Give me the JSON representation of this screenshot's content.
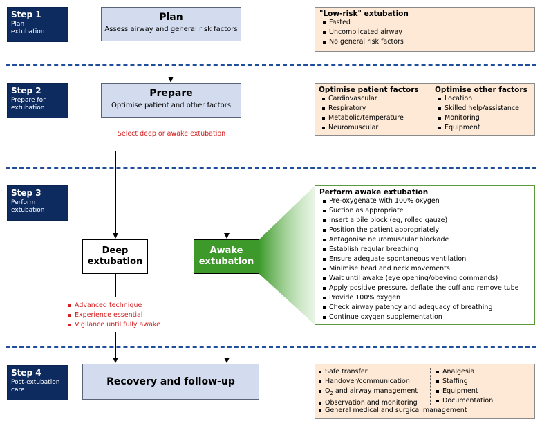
{
  "steps": [
    {
      "num": "Step 1",
      "desc": "Plan\nextubation"
    },
    {
      "num": "Step 2",
      "desc": "Prepare for\nextubation"
    },
    {
      "num": "Step 3",
      "desc": "Perform\nextubation"
    },
    {
      "num": "Step 4",
      "desc": "Post-extubation\ncare"
    }
  ],
  "plan": {
    "title": "Plan",
    "subtitle": "Assess airway and general risk factors"
  },
  "prepare": {
    "title": "Prepare",
    "subtitle": "Optimise patient and other factors"
  },
  "select_label": "Select deep or awake extubation",
  "deep": {
    "line1": "Deep",
    "line2": "extubation"
  },
  "awake": {
    "line1": "Awake",
    "line2": "extubation"
  },
  "deep_notes": [
    "Advanced technique",
    "Experience essential",
    "Vigilance until fully awake"
  ],
  "recovery": {
    "title": "Recovery and follow-up"
  },
  "low_risk": {
    "heading": "\"Low-risk\" extubation",
    "items": [
      "Fasted",
      "Uncomplicated airway",
      "No general risk factors"
    ]
  },
  "optimise_patient": {
    "heading": "Optimise patient factors",
    "items": [
      "Cardiovascular",
      "Respiratory",
      "Metabolic/temperature",
      "Neuromuscular"
    ]
  },
  "optimise_other": {
    "heading": "Optimise other factors",
    "items": [
      "Location",
      "Skilled help/assistance",
      "Monitoring",
      "Equipment"
    ]
  },
  "awake_steps": {
    "heading": "Perform awake extubation",
    "items": [
      "Pre-oxygenate with 100% oxygen",
      "Suction as appropriate",
      "Insert a bile block (eg, rolled gauze)",
      "Position the patient appropriately",
      "Antagonise neuromuscular blockade",
      "Establish regular breathing",
      "Ensure adequate spontaneous ventilation",
      "Minimise head and neck movements",
      "Wait until awake (eye opening/obeying commands)",
      "Apply positive pressure, deflate the cuff and remove tube",
      "Provide 100% oxygen",
      "Check airway patency and adequacy of breathing",
      "Continue oxygen supplementation"
    ]
  },
  "post_care": {
    "left": [
      "Safe transfer",
      "Handover/communication",
      "O",
      "Observation and monitoring"
    ],
    "o2_sub": "2",
    "o2_rest": " and airway management",
    "right": [
      "Analgesia",
      "Staffing",
      "Equipment",
      "Documentation"
    ],
    "bottom": "General medical and surgical management"
  },
  "colors": {
    "step_bg": "#0d2b5e",
    "process_bg": "#d3dcee",
    "info_bg": "#fde9d6",
    "awake_green": "#3d9a2a",
    "note_red": "#d42020",
    "divider": "#1f4e9a"
  }
}
